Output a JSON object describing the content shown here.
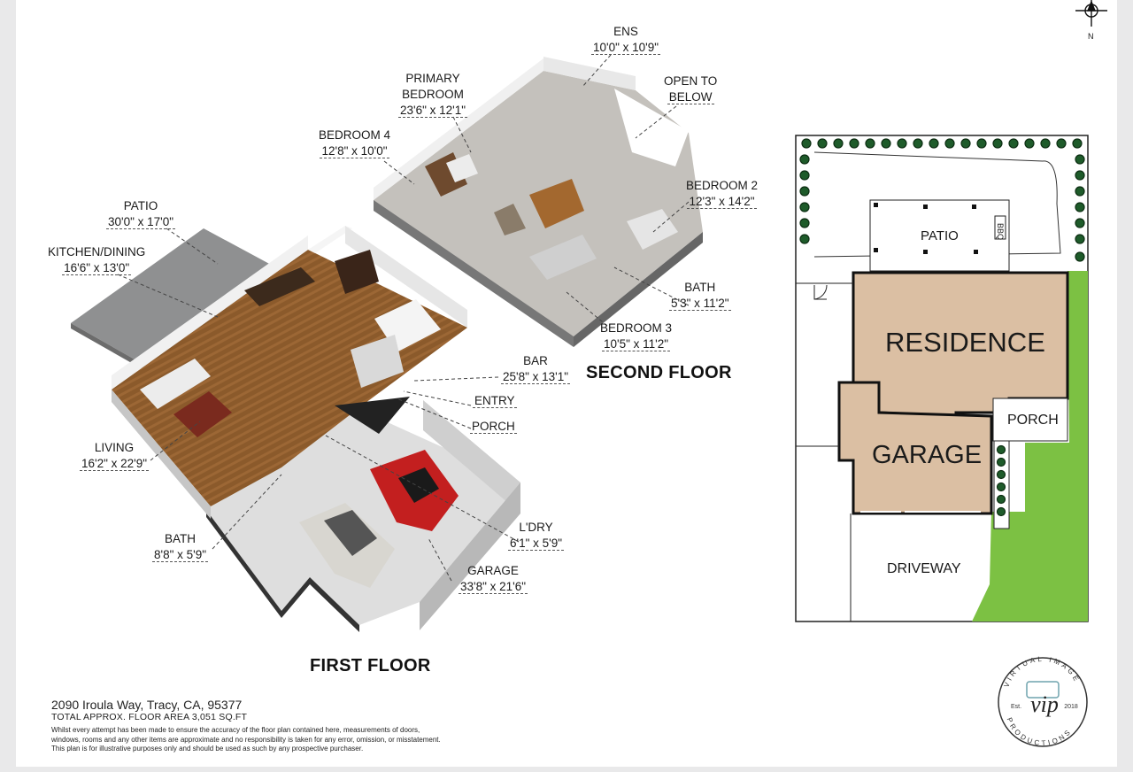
{
  "first_floor": {
    "title": "FIRST FLOOR",
    "rooms": [
      {
        "name": "PATIO",
        "dims": "30'0\" x 17'0\""
      },
      {
        "name": "KITCHEN/DINING",
        "dims": "16'6\" x 13'0\""
      },
      {
        "name": "LIVING",
        "dims": "16'2\" x 22'9\""
      },
      {
        "name": "BATH",
        "dims": "8'8\" x 5'9\""
      },
      {
        "name": "BAR",
        "dims": "25'8\" x 13'1\""
      },
      {
        "name": "ENTRY",
        "dims": ""
      },
      {
        "name": "PORCH",
        "dims": ""
      },
      {
        "name": "L'DRY",
        "dims": "6'1\" x 5'9\""
      },
      {
        "name": "GARAGE",
        "dims": "33'8\" x 21'6\""
      }
    ]
  },
  "second_floor": {
    "title": "SECOND FLOOR",
    "rooms": [
      {
        "name": "ENS",
        "dims": "10'0\" x 10'9\""
      },
      {
        "name": "PRIMARY BEDROOM",
        "line1": "PRIMARY",
        "line2": "BEDROOM",
        "dims": "23'6\" x 12'1\""
      },
      {
        "name": "OPEN TO BELOW",
        "line1": "OPEN TO",
        "line2": "BELOW",
        "dims": ""
      },
      {
        "name": "BEDROOM 4",
        "dims": "12'8\" x 10'0\""
      },
      {
        "name": "BEDROOM 2",
        "dims": "12'3\" x 14'2\""
      },
      {
        "name": "BATH",
        "dims": "5'3\" x 11'2\""
      },
      {
        "name": "BEDROOM 3",
        "dims": "10'5\" x 11'2\""
      }
    ]
  },
  "site_plan": {
    "labels": {
      "patio": "PATIO",
      "bbq": "BBQ",
      "residence": "RESIDENCE",
      "porch": "PORCH",
      "garage": "GARAGE",
      "driveway": "DRIVEWAY"
    },
    "colors": {
      "building": "#dbbfa3",
      "lawn": "#7cc143",
      "shrub": "#1e5b2a"
    }
  },
  "compass": {
    "label": "N"
  },
  "footer": {
    "address": "2090 Iroula Way, Tracy, CA, 95377",
    "area": "TOTAL APPROX. FLOOR AREA 3,051 SQ.FT",
    "disclaimer_1": "Whilst every attempt has been made to ensure the accuracy of the floor plan contained here, measurements of doors,",
    "disclaimer_2": "windows, rooms and any other items are approximate and no responsibility is taken for any error, omission, or misstatement.",
    "disclaimer_3": "This plan is for illustrative purposes only and should be used as such by any prospective purchaser."
  },
  "logo": {
    "arc_top": "VIRTUAL IMAGE",
    "arc_bottom": "PRODUCTIONS",
    "mark": "vip",
    "est": "Est.",
    "year": "2018"
  }
}
